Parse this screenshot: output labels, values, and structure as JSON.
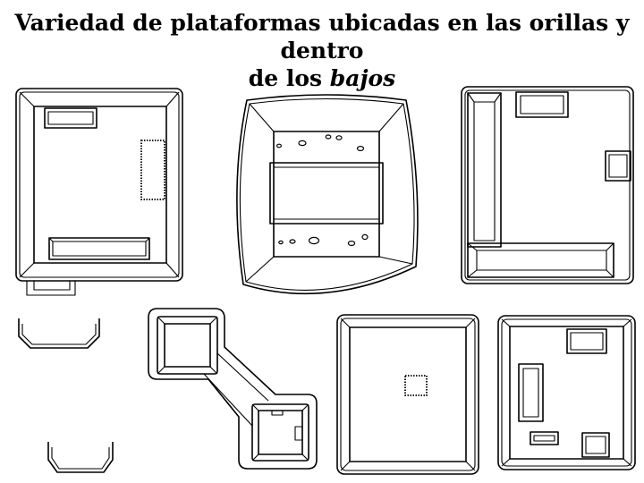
{
  "title": {
    "line1": "Variedad de plataformas ubicadas en las orillas y dentro",
    "line2_prefix": "de los ",
    "line2_italic": "bajos"
  }
}
